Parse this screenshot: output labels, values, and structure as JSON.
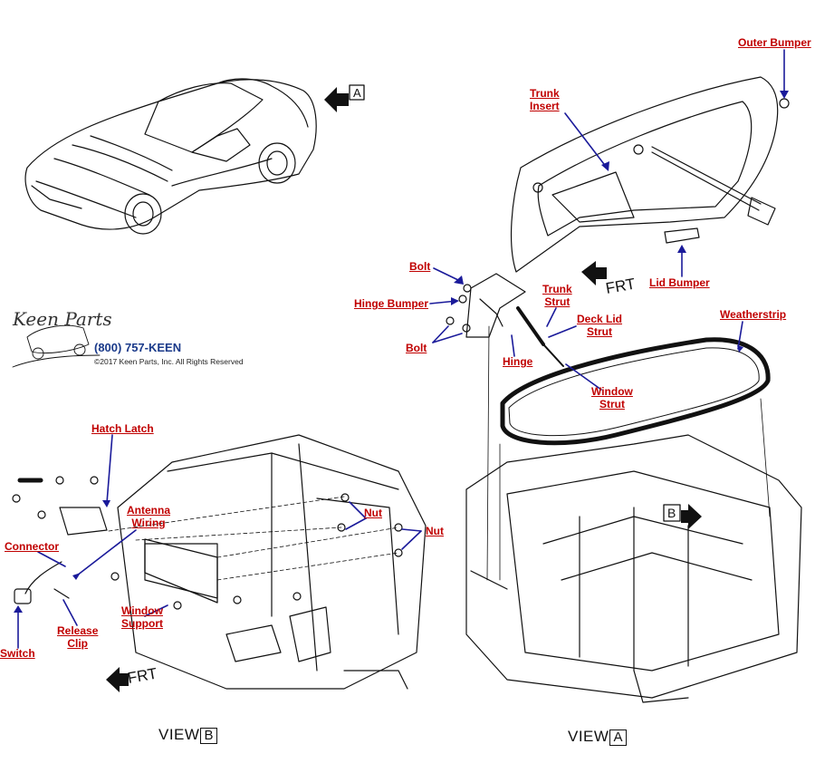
{
  "logo": {
    "brand": "Keen Parts",
    "phone": "(800) 757-KEEN",
    "copyright": "©2017 Keen Parts, Inc. All Rights Reserved"
  },
  "colors": {
    "label": "#c00000",
    "leader": "#1a1a9a",
    "line": "#111111"
  },
  "views": {
    "view_b": {
      "word": "VIEW",
      "letter": "B"
    },
    "view_a": {
      "word": "VIEW",
      "letter": "A"
    },
    "ref_a": "A",
    "ref_b": "B",
    "frt_top": "FRT",
    "frt_bottom": "FRT"
  },
  "labels": {
    "outer_bumper": "Outer Bumper",
    "trunk_insert_1": "Trunk",
    "trunk_insert_2": "Insert",
    "bolt_top": "Bolt",
    "hinge_bumper": "Hinge Bumper",
    "bolt_bottom": "Bolt",
    "trunk_strut_1": "Trunk",
    "trunk_strut_2": "Strut",
    "deck_lid_strut_1": "Deck Lid",
    "deck_lid_strut_2": "Strut",
    "lid_bumper": "Lid Bumper",
    "weatherstrip": "Weatherstrip",
    "hinge": "Hinge",
    "window_strut_1": "Window",
    "window_strut_2": "Strut",
    "hatch_latch": "Hatch Latch",
    "antenna_wiring_1": "Antenna",
    "antenna_wiring_2": "Wiring",
    "nut_1": "Nut",
    "nut_2": "Nut",
    "connector": "Connector",
    "window_support_1": "Window",
    "window_support_2": "Support",
    "release_clip_1": "Release",
    "release_clip_2": "Clip",
    "switch": "Switch"
  }
}
